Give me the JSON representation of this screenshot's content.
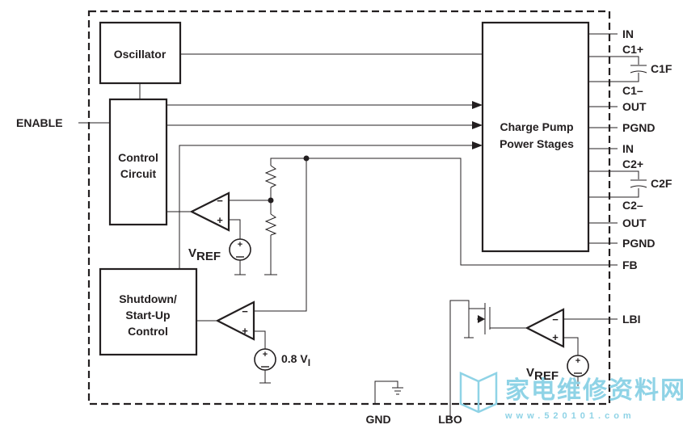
{
  "blocks": {
    "oscillator": "Oscillator",
    "control_line1": "Control",
    "control_line2": "Circuit",
    "charge_pump_line1": "Charge Pump",
    "charge_pump_line2": "Power Stages",
    "shutdown_line1": "Shutdown/",
    "shutdown_line2": "Start-Up",
    "shutdown_line3": "Control"
  },
  "pins": {
    "enable": "ENABLE",
    "in1": "IN",
    "c1p": "C1+",
    "c1f": "C1F",
    "c1m": "C1–",
    "out1": "OUT",
    "pgnd1": "PGND",
    "in2": "IN",
    "c2p": "C2+",
    "c2f": "C2F",
    "c2m": "C2–",
    "out2": "OUT",
    "pgnd2": "PGND",
    "fb": "FB",
    "lbi": "LBI",
    "gnd": "GND",
    "lbo": "LBO"
  },
  "labels": {
    "vref_main": "V",
    "vref_sub": "REF",
    "vref2_main": "V",
    "vref2_sub": "REF",
    "v08_main": "0.8 V",
    "v08_sub": "I",
    "minus": "−",
    "plus": "+"
  },
  "watermark": {
    "chinese": "家电维修资料网",
    "url": "www.520101.com"
  },
  "colors": {
    "line": "#231f20",
    "watermark": "#8fd3e6"
  }
}
